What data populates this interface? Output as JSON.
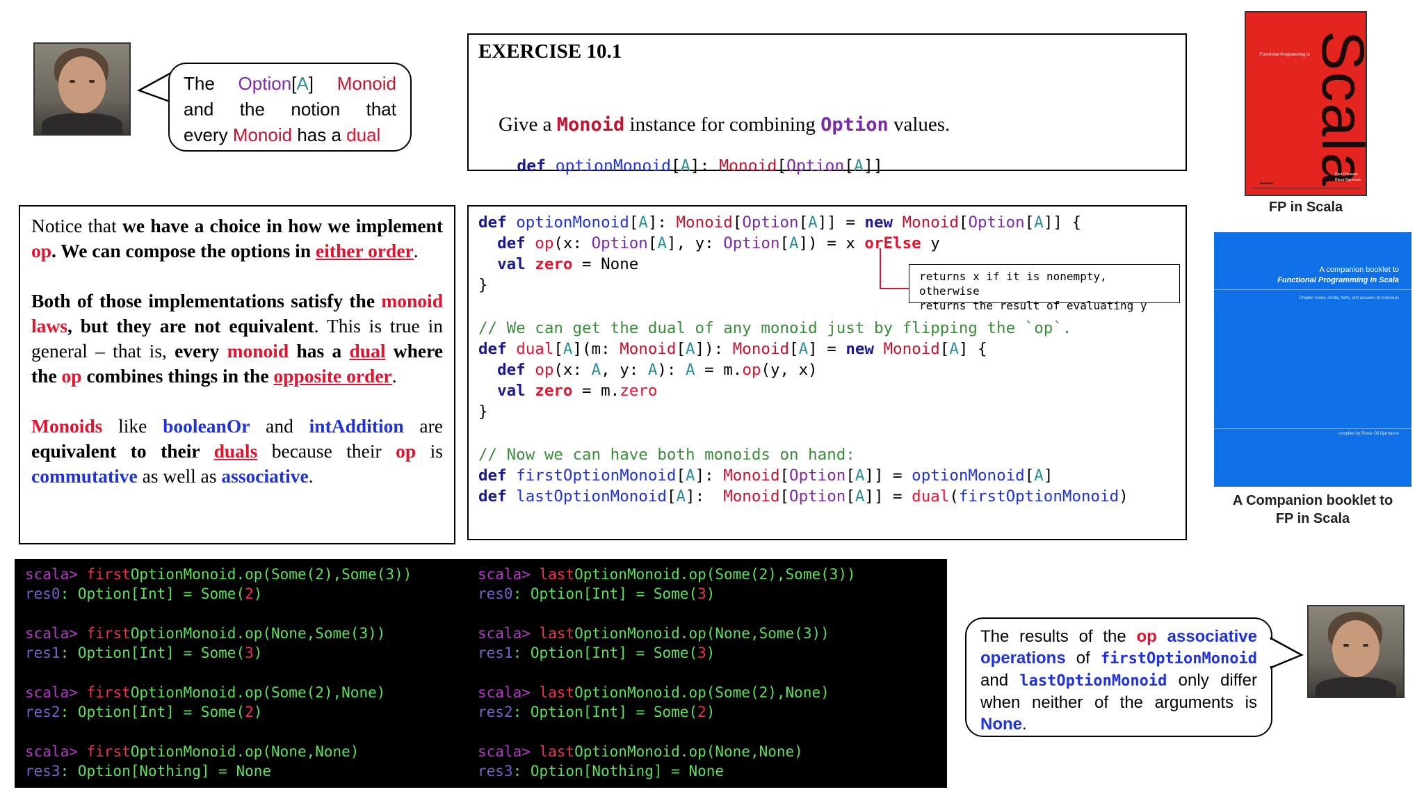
{
  "bubble_top": {
    "line1": [
      "The",
      "Option",
      "[",
      "A",
      "]",
      "Monoid"
    ],
    "line2": [
      "and",
      "the",
      "notion",
      "that"
    ],
    "line3_parts": [
      "every ",
      "Monoid",
      " has a ",
      "dual"
    ]
  },
  "exercise": {
    "title": "EXERCISE 10.1",
    "text_parts": [
      "Give a ",
      "Monoid",
      " instance for combining ",
      "Option",
      " values."
    ],
    "code_parts": [
      "def ",
      "optionMonoid",
      "[",
      "A",
      "]: ",
      "Monoid",
      "[",
      "Option",
      "[",
      "A",
      "]]"
    ]
  },
  "notes": {
    "p1": [
      "Notice that ",
      "we have a choice in how we implement ",
      "op",
      ". We can compose the options in ",
      "either order",
      "."
    ],
    "p2": [
      "Both of those implementations satisfy the ",
      "monoid laws",
      ", but they are not equivalent",
      ". This is true in general – that is, ",
      "every ",
      "monoid",
      " has a ",
      "dual",
      " where the ",
      "op",
      " combines things in the ",
      "opposite order",
      "."
    ],
    "p3": [
      "Monoids",
      " like ",
      "booleanOr",
      " and ",
      "intAddition",
      " are ",
      "equivalent to their ",
      "duals",
      " because their ",
      "op",
      " is ",
      "commutative",
      " as well as ",
      "associative",
      "."
    ]
  },
  "code": {
    "l1": [
      "def ",
      "optionMonoid",
      "[",
      "A",
      "]: ",
      "Monoid",
      "[",
      "Option",
      "[",
      "A",
      "]] = ",
      "new ",
      "Monoid",
      "[",
      "Option",
      "[",
      "A",
      "]] {"
    ],
    "l2": [
      "  ",
      "def ",
      "op",
      "(x: ",
      "Option",
      "[",
      "A",
      "], y: ",
      "Option",
      "[",
      "A",
      "]) = x ",
      "orElse",
      " y"
    ],
    "l3": [
      "  ",
      "val ",
      "zero",
      " = None"
    ],
    "l4": "}",
    "tooltip_line1": "returns x if it is nonempty, otherwise",
    "tooltip_line2": "returns the result of evaluating y",
    "l6": "// We can get the dual of any monoid just by flipping the `op`.",
    "l7": [
      "def ",
      "dual",
      "[",
      "A",
      "](m: ",
      "Monoid",
      "[",
      "A",
      "]): ",
      "Monoid",
      "[",
      "A",
      "] = ",
      "new ",
      "Monoid",
      "[",
      "A",
      "] {"
    ],
    "l8": [
      "  ",
      "def ",
      "op",
      "(x: ",
      "A",
      ", y: ",
      "A",
      "): ",
      "A",
      " = m.",
      "op",
      "(y, x)"
    ],
    "l9": [
      "  ",
      "val ",
      "zero",
      " = m.",
      "zero"
    ],
    "l10": "}",
    "l12": "// Now we can have both monoids on hand:",
    "l13": [
      "def ",
      "firstOptionMonoid",
      "[",
      "A",
      "]: ",
      "Monoid",
      "[",
      "Option",
      "[",
      "A",
      "]] = ",
      "optionMonoid",
      "[",
      "A",
      "]"
    ],
    "l14": [
      "def ",
      "lastOptionMonoid",
      "[",
      "A",
      "]:  ",
      "Monoid",
      "[",
      "Option",
      "[",
      "A",
      "]] = ",
      "dual",
      "(",
      "firstOptionMonoid",
      ")"
    ]
  },
  "books": {
    "book1": {
      "caption": "FP in Scala",
      "cover_word": "Scala",
      "series": "Functional Programming in",
      "authors": [
        "Paul Chiusano",
        "Rúnar Bjarnason"
      ],
      "publisher": "MANNING",
      "color": "#e3241f"
    },
    "book2": {
      "caption_line1": "A Companion booklet to",
      "caption_line2": "FP in Scala",
      "title_line1": "A companion booklet to",
      "title_line2": "Functional Programming in Scala",
      "subtitle": "Chapter notes, errata, hints, and answers to exercises",
      "compiled": "compiled by Rúnar Óli Bjarnason",
      "color": "#0f6fe6"
    }
  },
  "repl": {
    "left": [
      {
        "prompt": "scala> ",
        "fn": "first",
        "rest": "OptionMonoid.op(Some(2),Some(3))",
        "res": "res0",
        "type": ": Option[Int] = Some(",
        "val": "2",
        "close": ")"
      },
      {
        "prompt": "scala> ",
        "fn": "first",
        "rest": "OptionMonoid.op(None,Some(3))",
        "res": "res1",
        "type": ": Option[Int] = Some(",
        "val": "3",
        "close": ")"
      },
      {
        "prompt": "scala> ",
        "fn": "first",
        "rest": "OptionMonoid.op(Some(2),None)",
        "res": "res2",
        "type": ": Option[Int] = Some(",
        "val": "2",
        "close": ")"
      },
      {
        "prompt": "scala> ",
        "fn": "first",
        "rest": "OptionMonoid.op(None,None)",
        "res": "res3",
        "type": ": Option[Nothing] = None",
        "val": "",
        "close": ""
      }
    ],
    "right": [
      {
        "prompt": "scala> ",
        "fn": "last",
        "rest": "OptionMonoid.op(Some(2),Some(3))",
        "res": "res0",
        "type": ": Option[Int] = Some(",
        "val": "3",
        "close": ")"
      },
      {
        "prompt": "scala> ",
        "fn": "last",
        "rest": "OptionMonoid.op(None,Some(3))",
        "res": "res1",
        "type": ": Option[Int] = Some(",
        "val": "3",
        "close": ")"
      },
      {
        "prompt": "scala> ",
        "fn": "last",
        "rest": "OptionMonoid.op(Some(2),None)",
        "res": "res2",
        "type": ": Option[Int] = Some(",
        "val": "2",
        "close": ")"
      },
      {
        "prompt": "scala> ",
        "fn": "last",
        "rest": "OptionMonoid.op(None,None)",
        "res": "res3",
        "type": ": Option[Nothing] = None",
        "val": "",
        "close": ""
      }
    ]
  },
  "bubble_bottom": {
    "parts": [
      "The results of the ",
      "op",
      " ",
      "associative operations",
      " of ",
      "firstOptionMonoid",
      " and ",
      "lastOptionMonoid",
      " only differ when neither of the arguments is ",
      "None",
      "."
    ]
  }
}
